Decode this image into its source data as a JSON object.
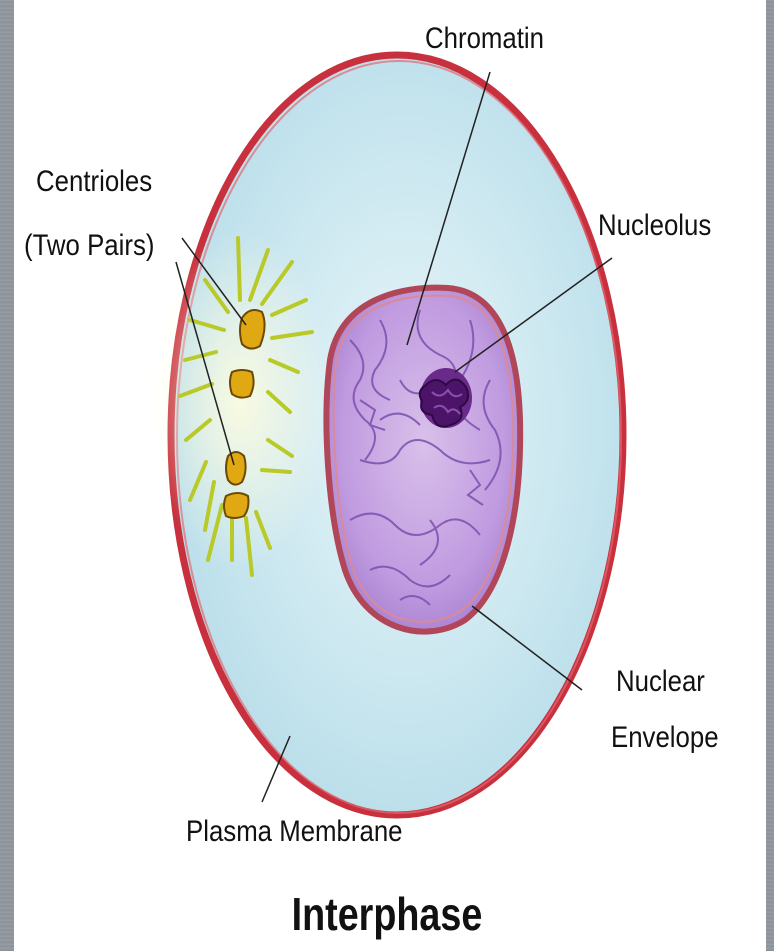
{
  "title": "Interphase",
  "labels": {
    "chromatin": "Chromatin",
    "centrioles_line1": "Centrioles",
    "centrioles_line2": "(Two Pairs)",
    "nucleolus": "Nucleolus",
    "nuclear_line1": "Nuclear",
    "nuclear_line2": "Envelope",
    "plasma_membrane": "Plasma Membrane"
  },
  "colors": {
    "cytoplasm": "#cfe9f1",
    "plasma_membrane": "#c8303d",
    "nucleus": "#c9a6df",
    "nucleolus": "#5a1a78",
    "centrioles": "#e0a812"
  }
}
